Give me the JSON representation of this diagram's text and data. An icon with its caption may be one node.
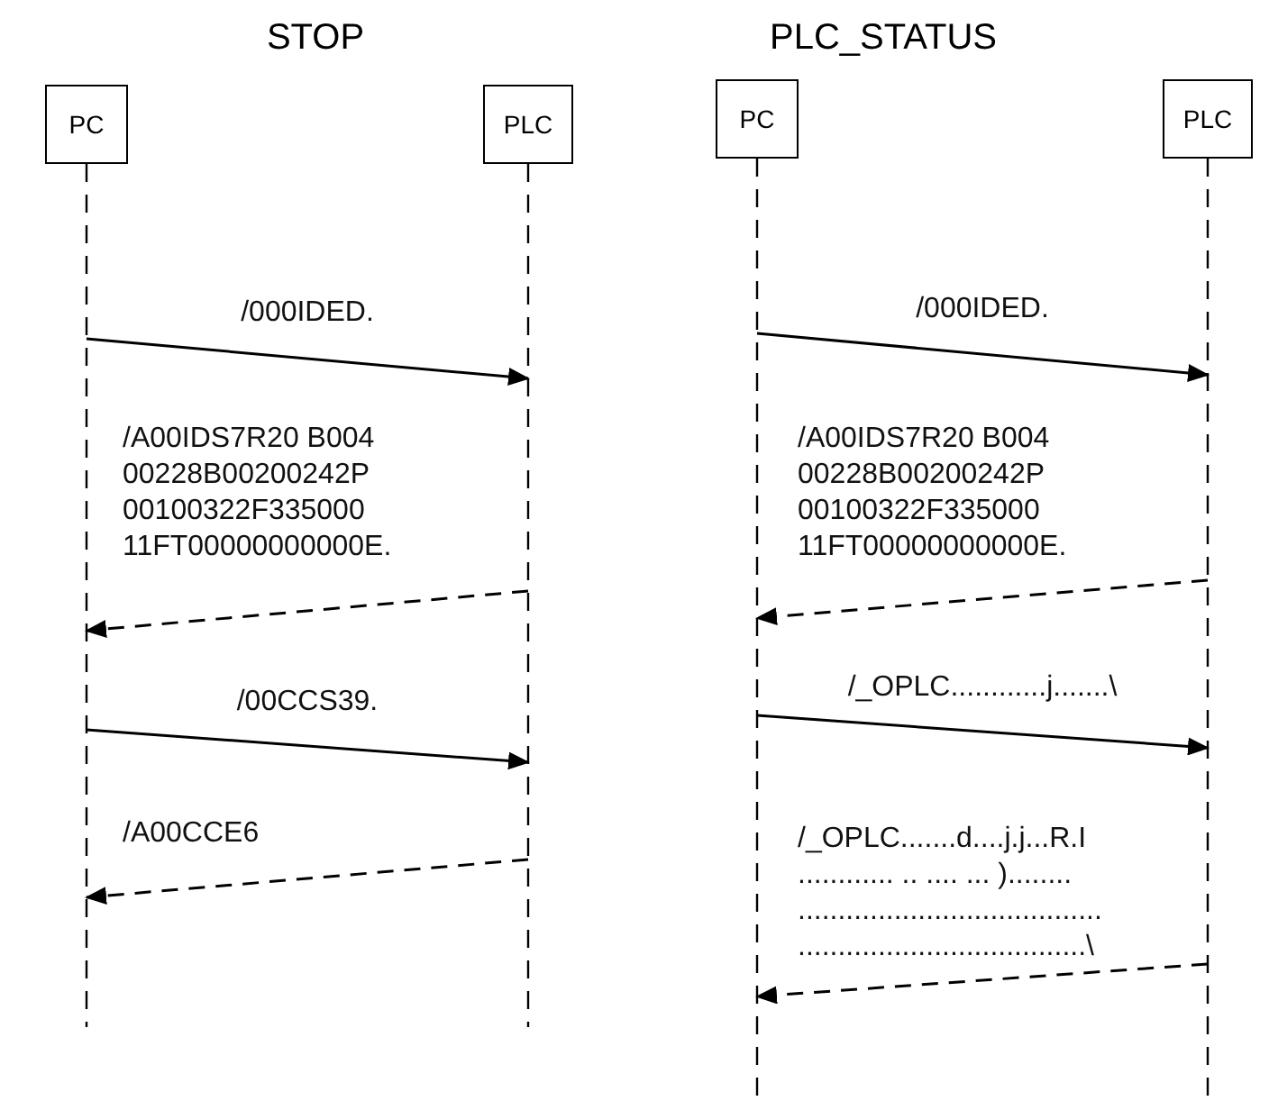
{
  "diagram": {
    "nodes": [
      {
        "text": [
          "PC"
        ]
      },
      {
        "text": [
          "PLC"
        ]
      },
      {
        "text": [
          "PC"
        ]
      },
      {
        "text": [
          "PLC"
        ]
      }
    ],
    "edges": [
      {
        "from": 0,
        "to": 1,
        "arrow": "to",
        "label": "/000IDED."
      },
      {
        "from": 1,
        "to": 0,
        "arrow": "to",
        "style": "dashed",
        "label": "/A00IDS7R20 B004 00228B00200242P 00100322F335000 11FT00000000000E."
      },
      {
        "from": 0,
        "to": 1,
        "arrow": "to",
        "label": "/00CCS39."
      },
      {
        "from": 1,
        "to": 0,
        "arrow": "to",
        "style": "dashed",
        "label": "/A00CCE6"
      },
      {
        "from": 2,
        "to": 3,
        "arrow": "to",
        "label": "/000IDED."
      },
      {
        "from": 3,
        "to": 2,
        "arrow": "to",
        "style": "dashed",
        "label": "/A00IDS7R20 B004 00228B00200242P 00100322F335000 11FT00000000000E."
      },
      {
        "from": 2,
        "to": 3,
        "arrow": "to",
        "label": "/_OPLC............j.......\\"
      },
      {
        "from": 3,
        "to": 2,
        "arrow": "to",
        "style": "dashed",
        "label": "/_OPLC.......d....j.j...R.I ............ .. .... ... )........ ...................................... ....................................\\"
      }
    ],
    "labels": [
      "STOP",
      "PLC_STATUS"
    ]
  }
}
